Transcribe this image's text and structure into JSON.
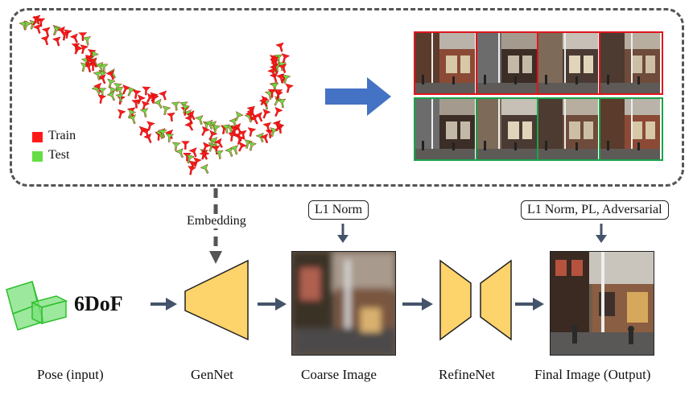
{
  "legend": {
    "train_label": "Train",
    "test_label": "Test",
    "train_color": "#ff1a1a",
    "test_color": "#66dd44"
  },
  "connector_label": "Embedding",
  "pipeline": {
    "pose_label": "Pose (input)",
    "dof_label": "6DoF",
    "gennet_label": "GenNet",
    "coarse_label": "Coarse Image",
    "refinenet_label": "RefineNet",
    "final_label": "Final Image (Output)",
    "coarse_loss": "L1 Norm",
    "final_loss": "L1 Norm, PL, Adversarial"
  },
  "colors": {
    "network_fill": "#fdd36b",
    "arrow": "#44546a",
    "big_arrow": "#4472c4",
    "train_border": "#e0161b",
    "test_border": "#1aa34a",
    "pose_green": "#7be07b"
  },
  "images": {
    "train_row_icons": [
      "street-photo-icon",
      "street-photo-icon",
      "street-photo-icon",
      "street-photo-icon"
    ],
    "test_row_icons": [
      "street-photo-icon",
      "street-photo-icon",
      "street-photo-icon",
      "street-photo-icon"
    ]
  }
}
